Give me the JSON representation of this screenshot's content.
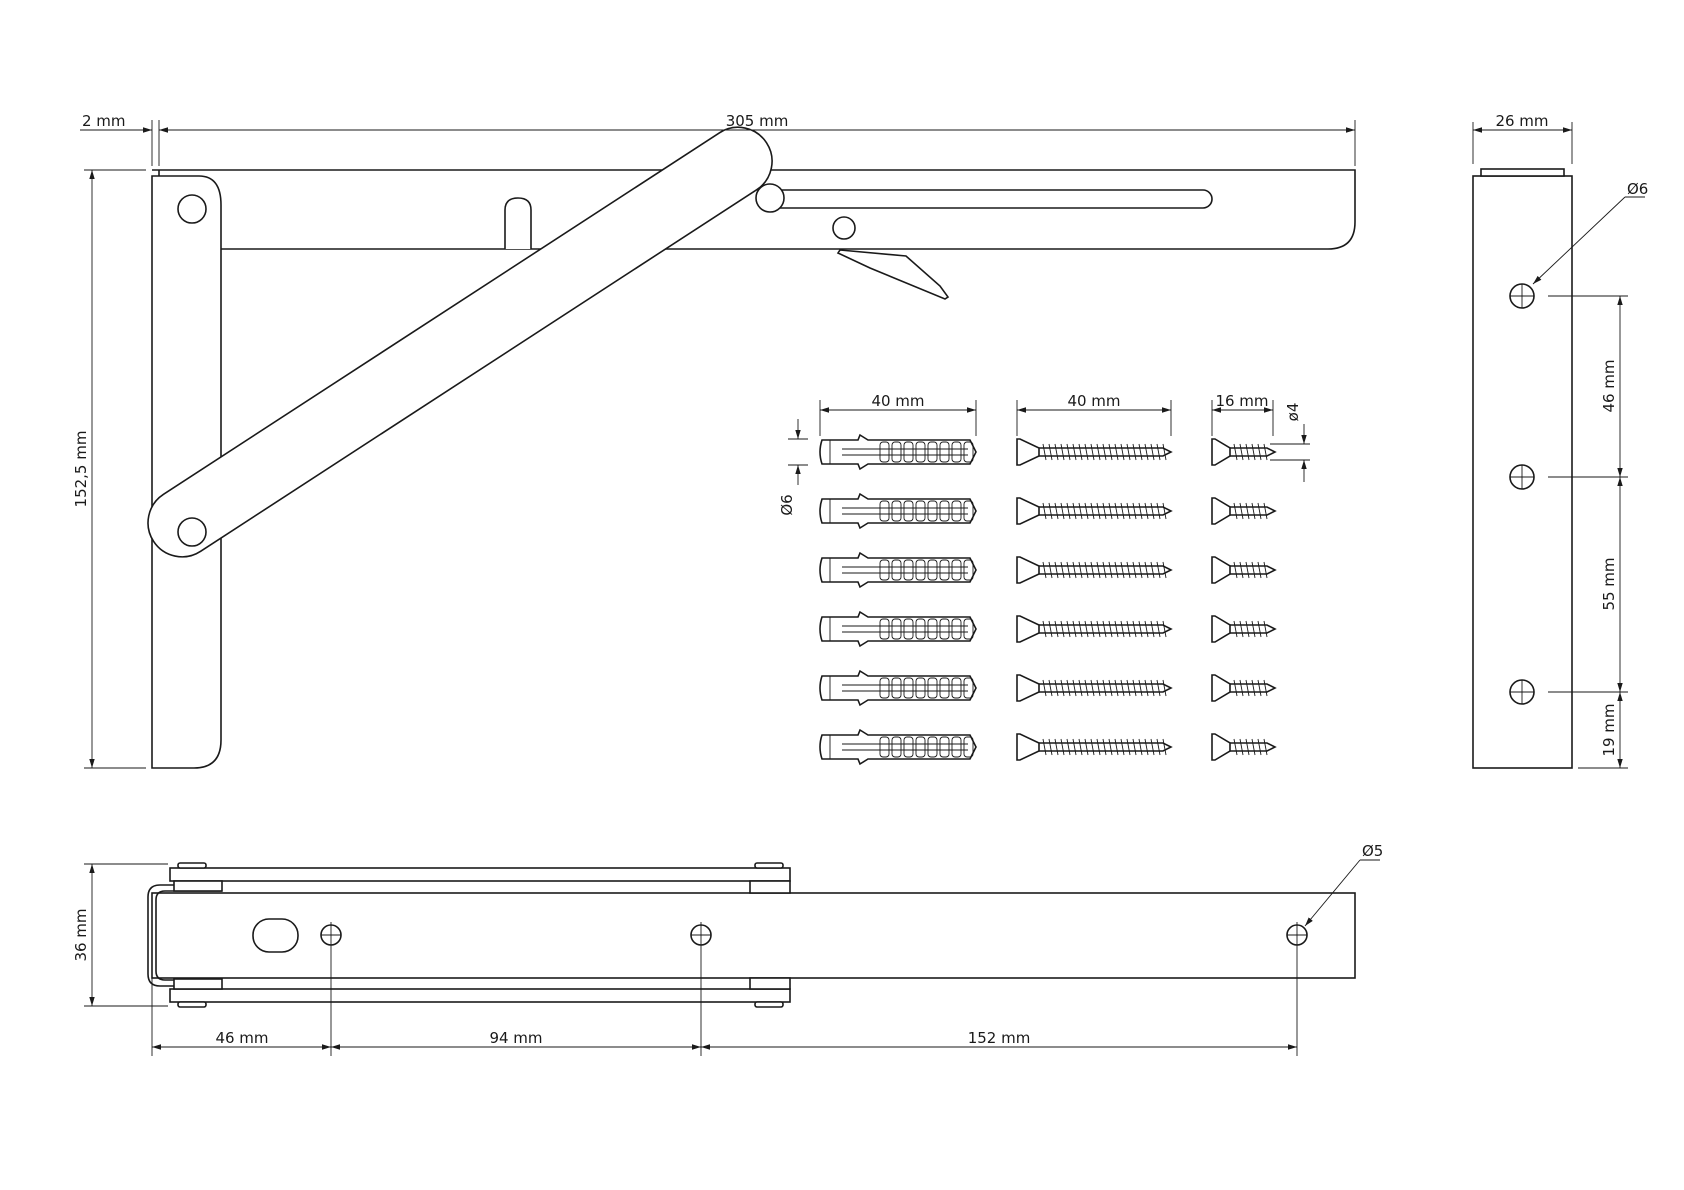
{
  "dimensions": {
    "side_thickness": "2 mm",
    "top_length": "305 mm",
    "height": "152,5 mm",
    "end_width": "26 mm",
    "end_hole_diameter": "Ø6",
    "end_spacing_top": "46 mm",
    "end_spacing_middle": "55 mm",
    "end_spacing_bottom": "19 mm",
    "plug_length": "40 mm",
    "plug_diameter": "Ø6",
    "long_screw_length": "40 mm",
    "short_screw_length": "16 mm",
    "short_screw_diameter": "ø4",
    "plan_width": "36 mm",
    "plan_hole_diameter": "Ø5",
    "plan_spacing_1": "46 mm",
    "plan_spacing_2": "94 mm",
    "plan_spacing_3": "152 mm"
  },
  "hardware": {
    "wall_plugs": 6,
    "long_screws": 6,
    "short_screws": 6
  }
}
